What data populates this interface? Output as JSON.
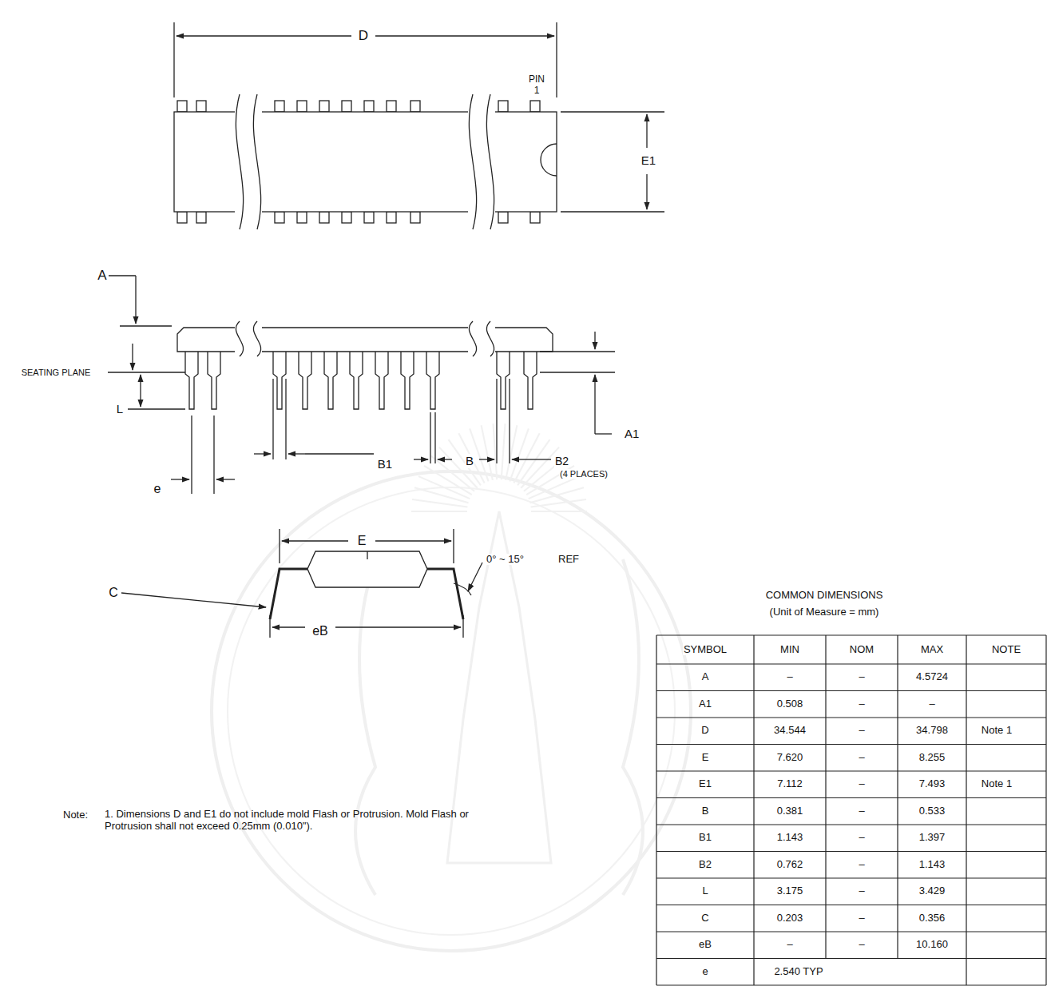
{
  "diagram": {
    "labels": [
      "D",
      "PIN",
      "1",
      "E1",
      "A",
      "SEATING PLANE",
      "A1",
      "L",
      "B2",
      "(4 PLACES)",
      "B1",
      "B",
      "e",
      "E",
      "0° ~ 15°",
      "REF",
      "C",
      "eB",
      "COMMON DIMENSIONS",
      "(Unit of Measure = mm)",
      "SYMBOL",
      "MIN",
      "NOM",
      "MAX",
      "NOTE",
      "A",
      "–",
      "–",
      "4.5724",
      "A1",
      "0.508",
      "–",
      "–",
      "D",
      "34.544",
      "–",
      "34.798",
      "Note 1",
      "E",
      "7.620",
      "–",
      "8.255",
      "E1",
      "7.112",
      "–",
      "7.493",
      "Note 1",
      "B",
      "0.381",
      "–",
      "0.533",
      "B1",
      "1.143",
      "–",
      "1.397",
      "B2",
      "0.762",
      "–",
      "1.143",
      "L",
      "3.175",
      "–",
      "3.429",
      "C",
      "0.203",
      "–",
      "0.356",
      "eB",
      "–",
      "–",
      "10.160",
      "e",
      "2.540 TYP",
      "Note:",
      "1. Dimensions D and E1 do not include mold Flash or Protrusion. Mold Flash or Protrusion shall not exceed 0.25mm (0.010\")."
    ]
  }
}
